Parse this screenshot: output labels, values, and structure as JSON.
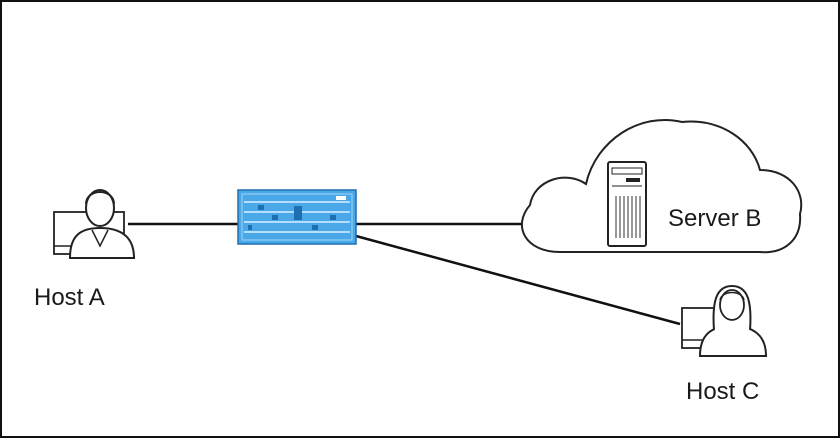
{
  "nodes": {
    "host_a": {
      "label": "Host A",
      "icon": "user-at-computer-icon"
    },
    "server_b": {
      "label": "Server B",
      "icon": "server-tower-icon",
      "container": "cloud-icon"
    },
    "host_c": {
      "label": "Host C",
      "icon": "user-at-computer-icon"
    },
    "switch": {
      "icon": "network-switch-icon"
    }
  },
  "links": [
    {
      "from": "host_a",
      "to": "switch"
    },
    {
      "from": "switch",
      "to": "server_b"
    },
    {
      "from": "switch",
      "to": "host_c"
    }
  ],
  "colors": {
    "line": "#111111",
    "switch_fill": "#4aa8e8",
    "switch_dark": "#1e6fb0",
    "icon_stroke": "#222222"
  }
}
